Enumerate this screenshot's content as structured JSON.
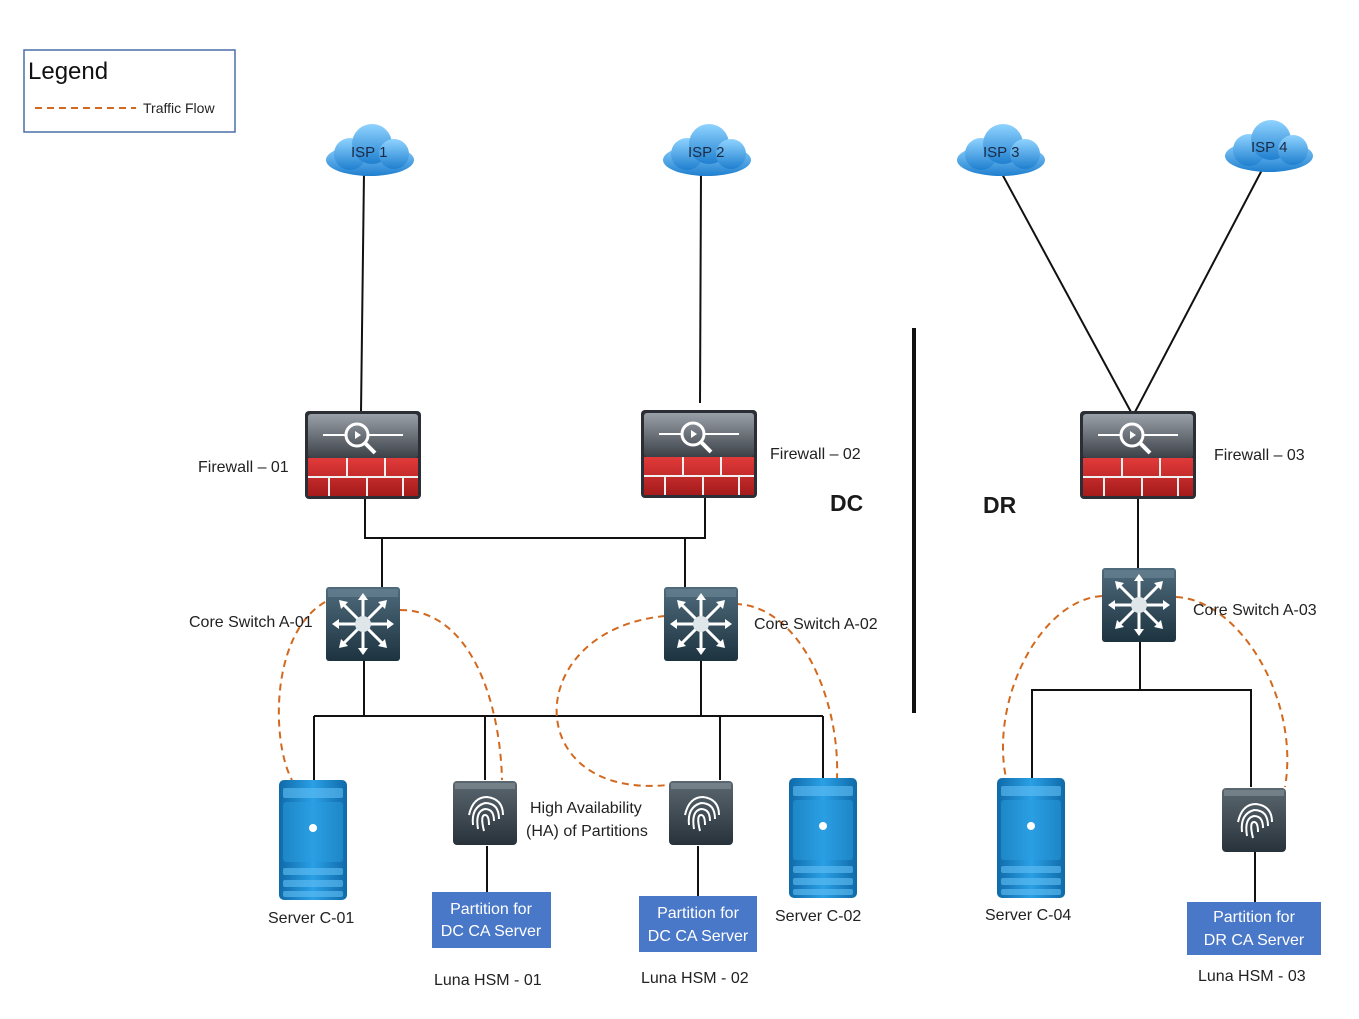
{
  "legend": {
    "title": "Legend",
    "items": [
      {
        "label": "Traffic Flow",
        "style": "dashed",
        "color": "#d2691e"
      }
    ]
  },
  "zones": {
    "dc": "DC",
    "dr": "DR"
  },
  "isps": [
    {
      "id": "isp1",
      "label": "ISP 1"
    },
    {
      "id": "isp2",
      "label": "ISP 2"
    },
    {
      "id": "isp3",
      "label": "ISP 3"
    },
    {
      "id": "isp4",
      "label": "ISP 4"
    }
  ],
  "firewalls": [
    {
      "id": "fw1",
      "label": "Firewall – 01"
    },
    {
      "id": "fw2",
      "label": "Firewall – 02"
    },
    {
      "id": "fw3",
      "label": "Firewall – 03"
    }
  ],
  "switches": [
    {
      "id": "sw1",
      "label": "Core Switch A-01"
    },
    {
      "id": "sw2",
      "label": "Core Switch A-02"
    },
    {
      "id": "sw3",
      "label": "Core Switch A-03"
    }
  ],
  "servers": [
    {
      "id": "srv1",
      "label": "Server C-01"
    },
    {
      "id": "srv2",
      "label": "Server C-02"
    },
    {
      "id": "srv4",
      "label": "Server C-04"
    }
  ],
  "hsms": [
    {
      "id": "hsm1",
      "label": "Luna HSM - 01",
      "partition": [
        "Partition for",
        "DC CA Server"
      ]
    },
    {
      "id": "hsm2",
      "label": "Luna HSM - 02",
      "partition": [
        "Partition for",
        "DC CA Server"
      ]
    },
    {
      "id": "hsm3",
      "label": "Luna HSM - 03",
      "partition": [
        "Partition for",
        "DR CA Server"
      ]
    }
  ],
  "ha_label": [
    "High Availability",
    "(HA) of Partitions"
  ],
  "colors": {
    "cloud": "#3aa0e0",
    "firewall_red": "#c62828",
    "firewall_gray": "#5b6068",
    "switch": "#2f4a5a",
    "server": "#1e88c8",
    "hsm": "#3a4650",
    "partition_box": "#4a78c8",
    "traffic_flow": "#d2691e"
  }
}
